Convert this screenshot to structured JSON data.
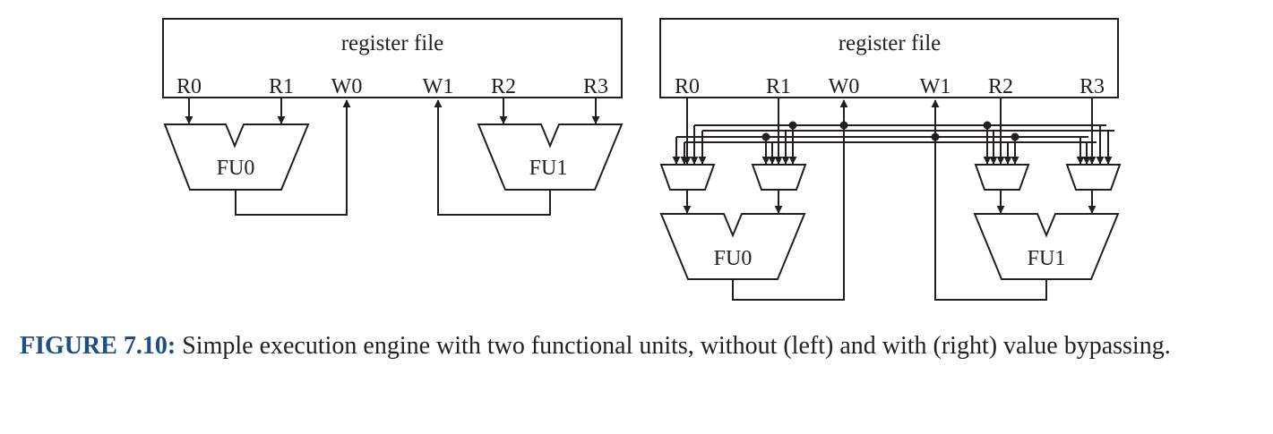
{
  "left_diagram": {
    "register_file_label": "register file",
    "ports": [
      "R0",
      "R1",
      "W0",
      "W1",
      "R2",
      "R3"
    ],
    "units": [
      "FU0",
      "FU1"
    ]
  },
  "right_diagram": {
    "register_file_label": "register file",
    "ports": [
      "R0",
      "R1",
      "W0",
      "W1",
      "R2",
      "R3"
    ],
    "units": [
      "FU0",
      "FU1"
    ]
  },
  "caption": {
    "label": "FIGURE 7.10:",
    "text": "Simple execution engine with two functional units, without (left) and with (right) value bypassing."
  }
}
